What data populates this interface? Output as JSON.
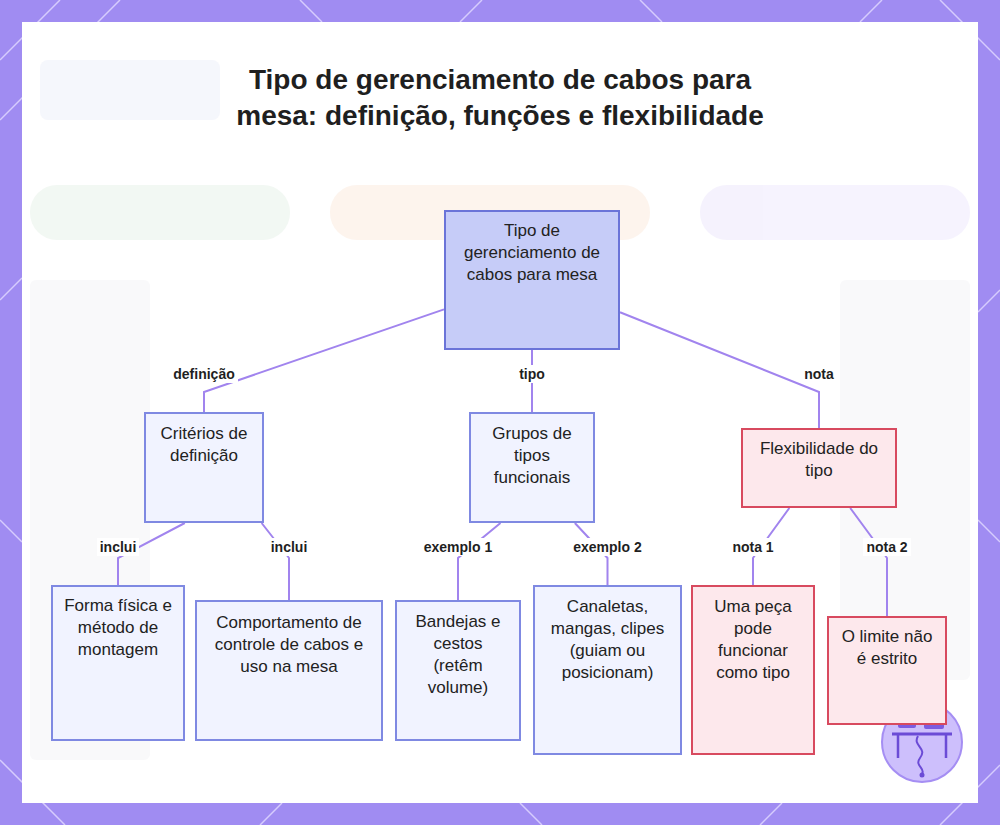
{
  "diagram": {
    "title": "Tipo de gerenciamento de cabos para mesa: definição, funções e flexibilidade",
    "nodes": [
      {
        "text": [
          "Tipo de gerenciamento de cabos para mesa"
        ]
      },
      {
        "text": [
          "Critérios de definição"
        ]
      },
      {
        "text": [
          "Grupos de tipos funcionais"
        ]
      },
      {
        "text": [
          "Flexibilidade do tipo"
        ]
      },
      {
        "text": [
          "Forma física e método de montagem"
        ]
      },
      {
        "text": [
          "Comportamento de controle de cabos e uso na mesa"
        ]
      },
      {
        "text": [
          "Bandejas e cestos (retêm volume)"
        ]
      },
      {
        "text": [
          "Canaletas, mangas, clipes (guiam ou posicionam)"
        ]
      },
      {
        "text": [
          "Uma peça pode funcionar como tipo"
        ]
      },
      {
        "text": [
          "O limite não é estrito"
        ]
      }
    ],
    "edges": [
      {
        "from": 0,
        "to": 1,
        "label": "definição",
        "arrow": "none"
      },
      {
        "from": 0,
        "to": 2,
        "label": "tipo",
        "arrow": "none"
      },
      {
        "from": 0,
        "to": 3,
        "label": "nota",
        "arrow": "none"
      },
      {
        "from": 1,
        "to": 4,
        "label": "inclui",
        "arrow": "none"
      },
      {
        "from": 1,
        "to": 5,
        "label": "inclui",
        "arrow": "none"
      },
      {
        "from": 2,
        "to": 6,
        "label": "exemplo 1",
        "arrow": "none"
      },
      {
        "from": 2,
        "to": 7,
        "label": "exemplo 2",
        "arrow": "none"
      },
      {
        "from": 3,
        "to": 8,
        "label": "nota 1",
        "arrow": "none"
      },
      {
        "from": 3,
        "to": 9,
        "label": "nota 2",
        "arrow": "none"
      }
    ]
  }
}
